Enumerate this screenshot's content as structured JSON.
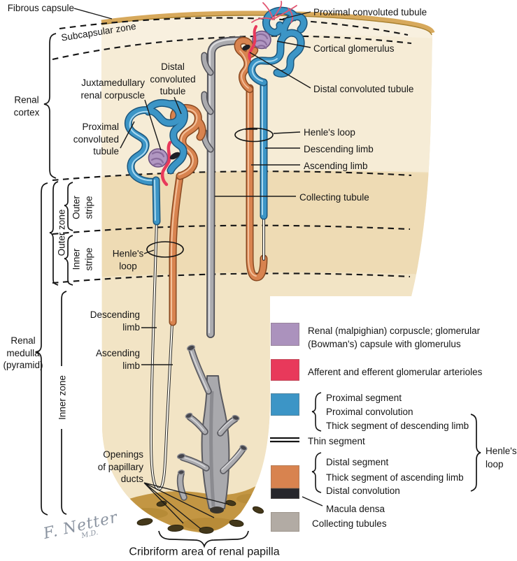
{
  "figure": {
    "caption": "Cribriform area of renal papilla",
    "signature": {
      "name": "F. Netter",
      "suffix": "M.D."
    }
  },
  "region_labels": {
    "fibrous_capsule": "Fibrous capsule",
    "subcapsular_zone": "Subcapsular zone",
    "renal_cortex": "Renal\ncortex",
    "outer_zone": "Outer zone",
    "outer_stripe": "Outer\nstripe",
    "inner_stripe": "Inner\nstripe",
    "renal_medulla": "Renal\nmedulla\n(pyramid)",
    "inner_zone": "Inner zone"
  },
  "structure_labels": {
    "juxtamedullary_corpuscle": "Juxtamedullary\nrenal corpuscle",
    "distal_convoluted_tubule_upper": "Distal\nconvoluted\ntubule",
    "proximal_convoluted_tubule_left": "Proximal\nconvoluted\ntubule",
    "proximal_convoluted_tubule_right": "Proximal convoluted tubule",
    "cortical_glomerulus": "Cortical glomerulus",
    "distal_convoluted_tubule_right": "Distal convoluted tubule",
    "henles_loop_right": "Henle's loop",
    "descending_limb_right": "Descending limb",
    "ascending_limb_right": "Ascending limb",
    "collecting_tubule": "Collecting tubule",
    "henles_loop_left": "Henle's\nloop",
    "descending_limb_left": "Descending\nlimb",
    "ascending_limb_left": "Ascending\nlimb",
    "openings_papillary_ducts": "Openings\nof papillary\nducts"
  },
  "legend": {
    "corpuscle": "Renal (malpighian) corpuscle; glomerular\n(Bowman's) capsule with glomerulus",
    "arterioles": "Afferent and efferent glomerular arterioles",
    "proximal_group": [
      "Proximal segment",
      "Proximal convolution",
      "Thick segment of descending limb"
    ],
    "thin_segment": "Thin segment",
    "distal_group": [
      "Distal segment",
      "Thick segment of ascending limb",
      "Distal convolution"
    ],
    "macula_densa": "Macula densa",
    "collecting_tubules": "Collecting tubules",
    "henles_loop": "Henle's\nloop",
    "colors": {
      "corpuscle": "#ab92bd",
      "arterioles": "#e8395b",
      "proximal": "#3c95c6",
      "distal": "#d8834f",
      "macula": "#26262b",
      "collecting": "#b2aba4"
    }
  },
  "palette": {
    "tissue": "#f1e2c1",
    "cortex_band": "#f6ecd6",
    "capsule": "#d7a95c",
    "cribriform": "#c39643",
    "blue_tube": "#3c95c6",
    "orange_tube": "#d8834f",
    "gray_tube": "#ababaf",
    "corpuscle_purple": "#b197c2",
    "arteriole_red": "#e8395b",
    "macula_black": "#26262b"
  }
}
